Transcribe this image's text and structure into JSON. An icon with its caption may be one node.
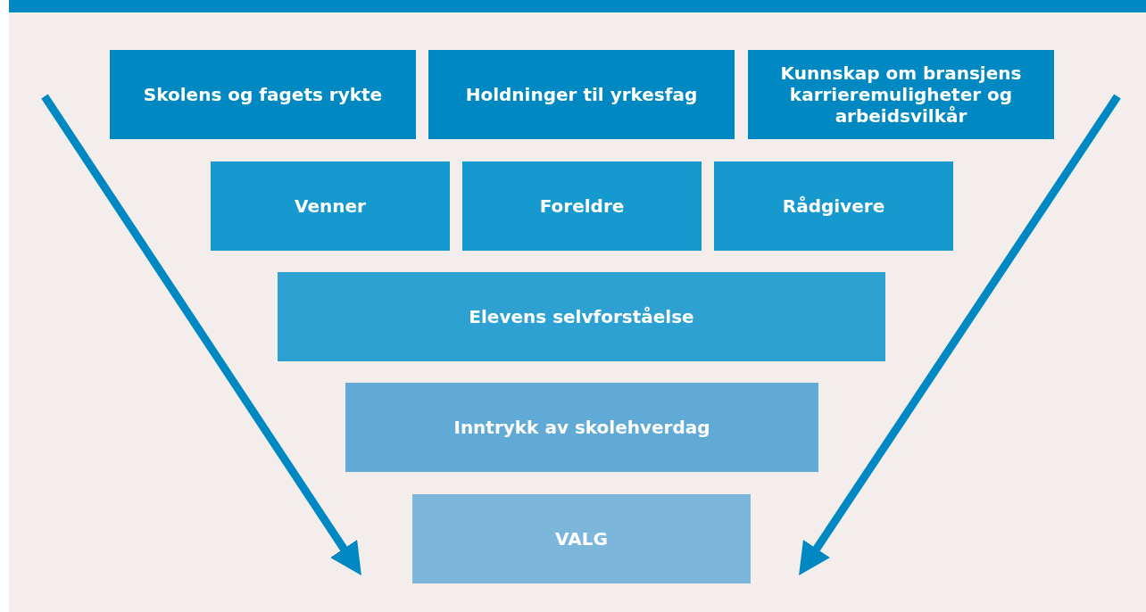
{
  "diagram": {
    "nodes": [
      {
        "text": [
          "Skolens og fagets rykte"
        ]
      },
      {
        "text": [
          "Holdninger til yrkesfag"
        ]
      },
      {
        "text": [
          "Kunnskap om bransjens karrieremuligheter og arbeidsvilkår"
        ]
      },
      {
        "text": [
          "Venner"
        ]
      },
      {
        "text": [
          "Foreldre"
        ]
      },
      {
        "text": [
          "Rådgivere"
        ]
      },
      {
        "text": [
          "Elevens selvforståelse"
        ]
      },
      {
        "text": [
          "Inntrykk av skolehverdag"
        ]
      },
      {
        "text": [
          "VALG"
        ]
      }
    ]
  }
}
